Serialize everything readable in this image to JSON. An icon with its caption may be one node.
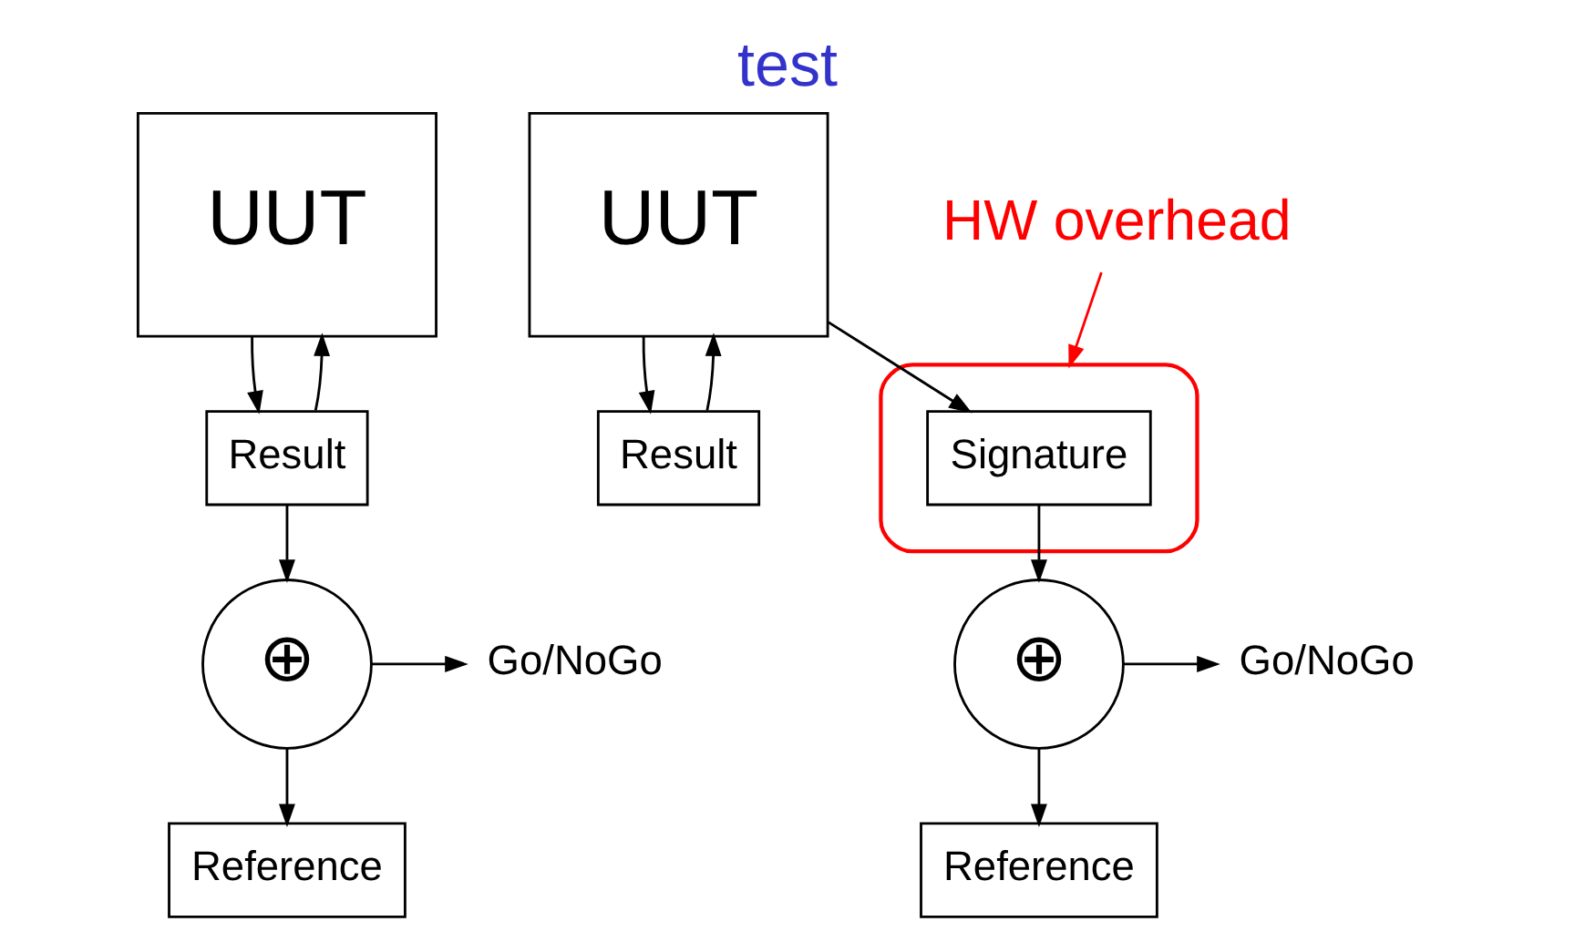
{
  "diagram": {
    "title": "test",
    "nodes": [
      {
        "text": [
          "HW overhead"
        ]
      },
      {
        "text": [
          "UUT"
        ]
      },
      {
        "text": [
          "Result"
        ]
      },
      {
        "text": [
          "⊕"
        ]
      },
      {
        "text": [
          "Go/NoGo"
        ]
      },
      {
        "text": [
          "Reference"
        ]
      },
      {
        "text": [
          "UUT"
        ]
      },
      {
        "text": [
          "Result"
        ]
      },
      {
        "text": [],
        "shape": "box"
      },
      {
        "text": [
          "Signature"
        ],
        "in": 8
      },
      {
        "text": [
          "⊕"
        ]
      },
      {
        "text": [
          "Go/NoGo"
        ]
      },
      {
        "text": [
          "Reference"
        ]
      }
    ],
    "edges": [
      {
        "from": 1,
        "to": 2,
        "arrow": "to"
      },
      {
        "from": 2,
        "to": 1,
        "arrow": "to"
      },
      {
        "from": 2,
        "to": 3,
        "arrow": "to"
      },
      {
        "from": 3,
        "to": 5,
        "arrow": "to"
      },
      {
        "from": 3,
        "to": 4,
        "arrow": "to"
      },
      {
        "from": 6,
        "to": 7,
        "arrow": "to"
      },
      {
        "from": 7,
        "to": 6,
        "arrow": "to"
      },
      {
        "from": 6,
        "to": 9,
        "arrow": "to"
      },
      {
        "from": 9,
        "to": 10,
        "arrow": "to"
      },
      {
        "from": 10,
        "to": 12,
        "arrow": "to"
      },
      {
        "from": 10,
        "to": 11,
        "arrow": "to"
      },
      {
        "from": 0,
        "to": 8,
        "arrow": "to",
        "color": "#ff0000"
      }
    ]
  }
}
